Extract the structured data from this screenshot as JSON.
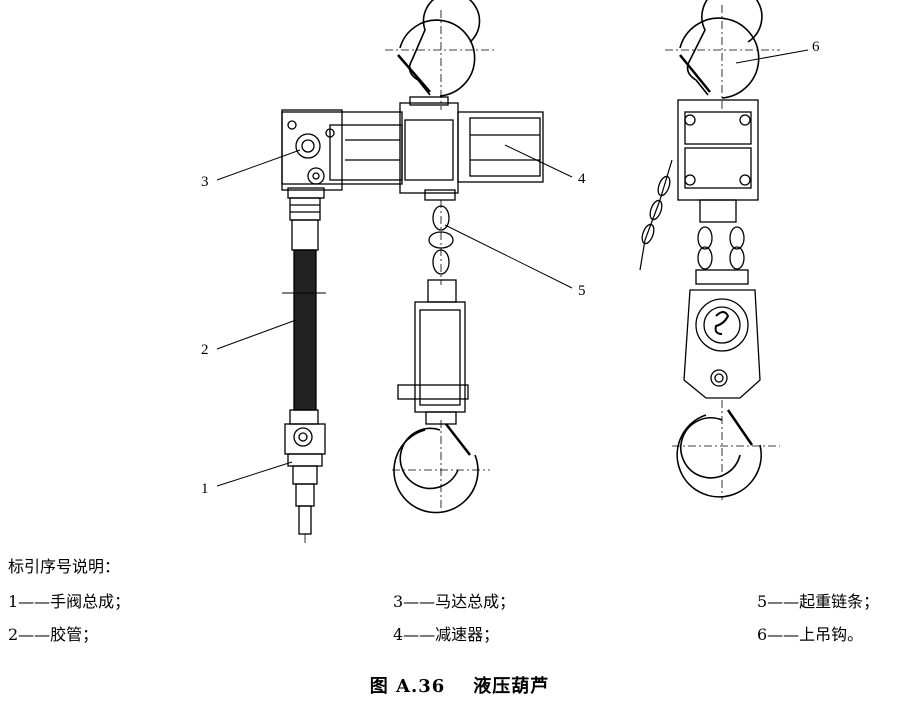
{
  "callouts": [
    "1",
    "2",
    "3",
    "4",
    "5",
    "6"
  ],
  "legend": {
    "title": "标引序号说明：",
    "items": [
      {
        "text": "1——手阀总成；"
      },
      {
        "text": "2——胶管；"
      },
      {
        "text": "3——马达总成；"
      },
      {
        "text": "4——减速器；"
      },
      {
        "text": "5——起重链条；"
      },
      {
        "text": "6——上吊钩。"
      }
    ]
  },
  "caption": {
    "figure_label": "图 A.36",
    "title": "液压葫芦"
  }
}
